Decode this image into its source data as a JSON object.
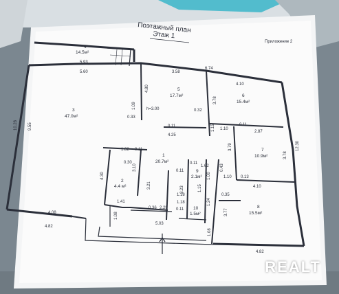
{
  "sheet": {
    "title": "Поэтажный план",
    "floor": "Этаж   1",
    "note": "Приложение  2"
  },
  "rooms": [
    {
      "num": "1",
      "area": "20.7м²"
    },
    {
      "num": "2",
      "area": "4.4 м²"
    },
    {
      "num": "3",
      "area": "47.0м²"
    },
    {
      "num": "4",
      "area": "14.5м²"
    },
    {
      "num": "5",
      "area": "17.7м²"
    },
    {
      "num": "6",
      "area": "15.4м²"
    },
    {
      "num": "7",
      "area": "10.9м²"
    },
    {
      "num": "8",
      "area": "15.5м²"
    },
    {
      "num": "9",
      "area": "2.1м²"
    },
    {
      "num": "10",
      "area": "1.5м²"
    }
  ],
  "dims": [
    "5.93",
    "5.60",
    "3.58",
    "6.74",
    "4.10",
    "0.33",
    "4.80",
    "1.09",
    "h=3.00",
    "0.32",
    "3.78",
    "0.11",
    "4.25",
    "1.15",
    "0.11",
    "1.10",
    "2.87",
    "10.28",
    "9.55",
    "1.82",
    "0.11",
    "0.30",
    "3.10",
    "3.21",
    "4.30",
    "0.11",
    "1.62",
    "0.11",
    "3.79",
    "12.30",
    "3.78",
    "1.10",
    "0.13",
    "4.10",
    "1.41",
    "1.18",
    "1.18",
    "0.35",
    "0.36",
    "2.29",
    "0.11",
    "3.23",
    "1.15",
    "3.77",
    "4.08",
    "1.08",
    "5.03",
    "1.24",
    "4.82",
    "1.08",
    "4.82",
    "0.43",
    "1.00"
  ],
  "watermark": "REALT"
}
